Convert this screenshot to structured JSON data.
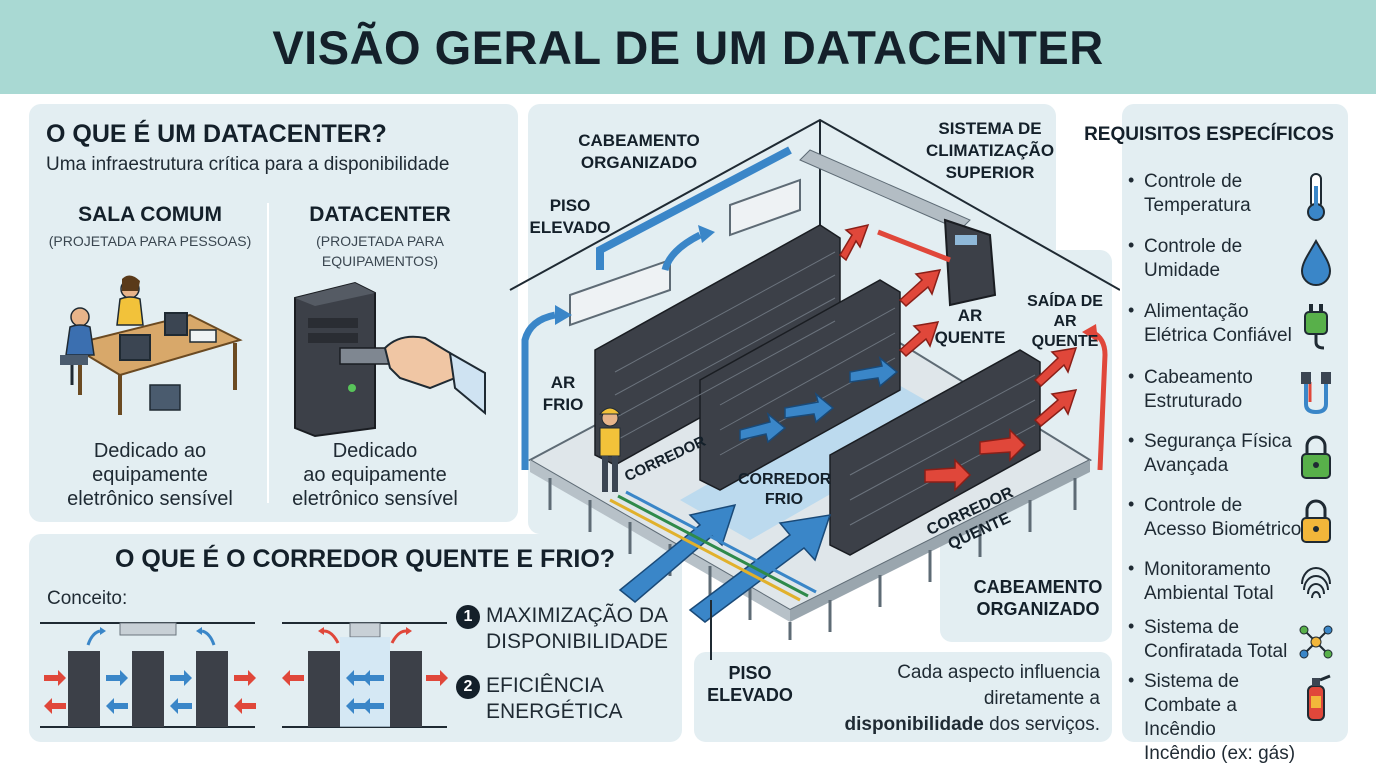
{
  "title": "VISÃO GERAL DE UM DATACENTER",
  "what_is": {
    "heading": "O QUE É UM DATACENTER?",
    "subtitle": "Uma infraestrutura crítica para a disponibilidade",
    "sala": {
      "title": "SALA COMUM",
      "sub": "(PROJETADA PARA PESSOAS)",
      "caption_line1": "Dedicado ao",
      "caption_line2": "equipamente",
      "caption_line3": "eletrônico sensível"
    },
    "dc": {
      "title": "DATACENTER",
      "sub_line1": "(PROJETADA PARA",
      "sub_line2": "EQUIPAMENTOS)",
      "caption_line1": "Dedicado",
      "caption_line2": "ao equipamente",
      "caption_line3": "eletrônico sensível"
    }
  },
  "corridor": {
    "heading": "O QUE É O CORREDOR QUENTE E FRIO?",
    "concept": "Conceito:",
    "benefits": [
      {
        "num": "1",
        "line1": "MAXIMIZAÇÃO DA",
        "line2": "DISPONIBILIDADE"
      },
      {
        "num": "2",
        "line1": "EFICIÊNCIA",
        "line2": "ENERGÉTICA"
      }
    ]
  },
  "diagram": {
    "cabeamento_top_1": "CABEAMENTO",
    "cabeamento_top_2": "ORGANIZADO",
    "climatizacao_1": "SISTEMA DE",
    "climatizacao_2": "CLIMATIZAÇÃO",
    "climatizacao_3": "SUPERIOR",
    "piso_top_1": "PISO",
    "piso_top_2": "ELEVADO",
    "ar_frio_1": "AR",
    "ar_frio_2": "FRIO",
    "ar_quente_1": "AR",
    "ar_quente_2": "QUENTE",
    "saida_1": "SAÍDA DE",
    "saida_2": "AR QUENTE",
    "corredor_left": "CORREDOR",
    "corredor_frio_1": "CORREDOR",
    "corredor_frio_2": "FRIO",
    "corredor_quente": "CORREDOR QUENTE",
    "cabeamento_bottom_1": "CABEAMENTO",
    "cabeamento_bottom_2": "ORGANIZADO",
    "piso_bottom_1": "PISO",
    "piso_bottom_2": "ELEVADO"
  },
  "note": {
    "line1": "Cada aspecto influencia",
    "line2": "diretamente a",
    "bold": "disponibilidade",
    "rest": " dos serviços."
  },
  "requirements": {
    "heading": "REQUISITOS ESPECÍFICOS",
    "items": [
      {
        "line1": "Controle de",
        "line2": "Temperatura",
        "icon": "thermometer-icon"
      },
      {
        "line1": "Controle de",
        "line2": "Umidade",
        "icon": "water-drop-icon"
      },
      {
        "line1": "Alimentação",
        "line2": "Elétrica Confiável",
        "icon": "power-plug-icon"
      },
      {
        "line1": "Cabeamento",
        "line2": "Estruturado",
        "icon": "network-cable-icon"
      },
      {
        "line1": "Segurança Física",
        "line2": "Avançada",
        "icon": "padlock-icon"
      },
      {
        "line1": "Controle de",
        "line2": "Acesso Biométrico",
        "icon": "lock-icon"
      },
      {
        "line1": "Monitoramento",
        "line2": "Ambiental Total",
        "icon": "fingerprint-icon"
      },
      {
        "line1": "Sistema de",
        "line2": "Confiratada Total",
        "icon": "network-nodes-icon"
      },
      {
        "line1": "Sistema de",
        "line2": "Combate a Incêndio",
        "line3": "Incêndio (ex: gás)",
        "icon": "fire-extinguisher-icon"
      }
    ]
  },
  "colors": {
    "banner": "#a9d9d3",
    "panel": "#e3eef2",
    "cold_air": "#3a86c8",
    "hot_air": "#e0473a",
    "rack": "#3c4048"
  }
}
